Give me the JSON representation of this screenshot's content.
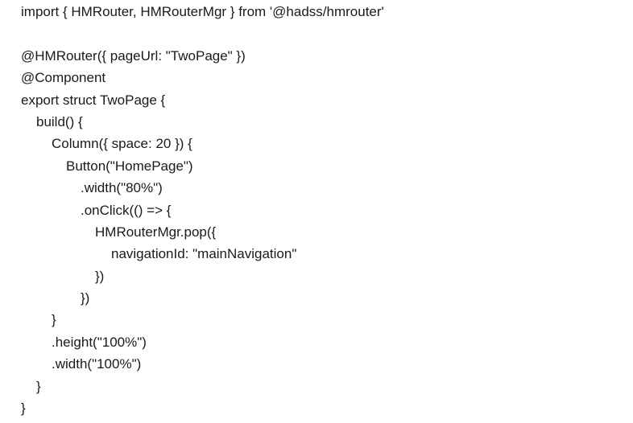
{
  "document": {
    "lines": [
      "import { HMRouter, HMRouterMgr } from '@hadss/hmrouter'",
      "",
      "@HMRouter({ pageUrl: \"TwoPage\" })",
      "@Component",
      "export struct TwoPage {",
      "build() {",
      "Column({ space: 20 }) {",
      "Button(\"HomePage\")",
      ".width(\"80%\")",
      ".onClick(() => {",
      "HMRouterMgr.pop({",
      "navigationId: \"mainNavigation\"",
      "})",
      "})",
      "}",
      ".height(\"100%\")",
      ".width(\"100%\")",
      "}",
      "}"
    ]
  }
}
